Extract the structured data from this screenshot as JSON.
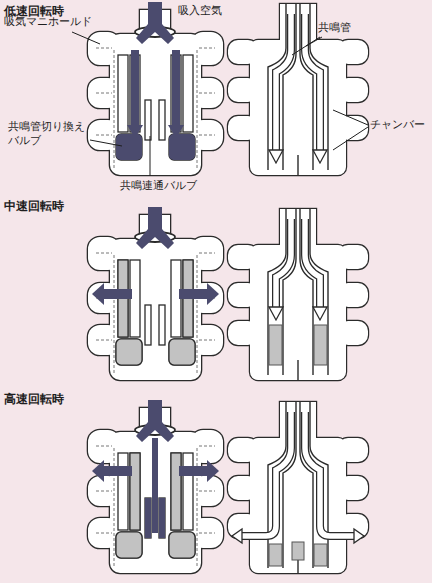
{
  "diagram": {
    "labels": [
      "低速回転時",
      "吸入空気",
      "吸気マニホールド",
      "共鳴管切り換えバルブ",
      "共鳴連通バルブ",
      "共鳴管",
      "チャンバー",
      "中速回転時",
      "高速回転時"
    ]
  }
}
